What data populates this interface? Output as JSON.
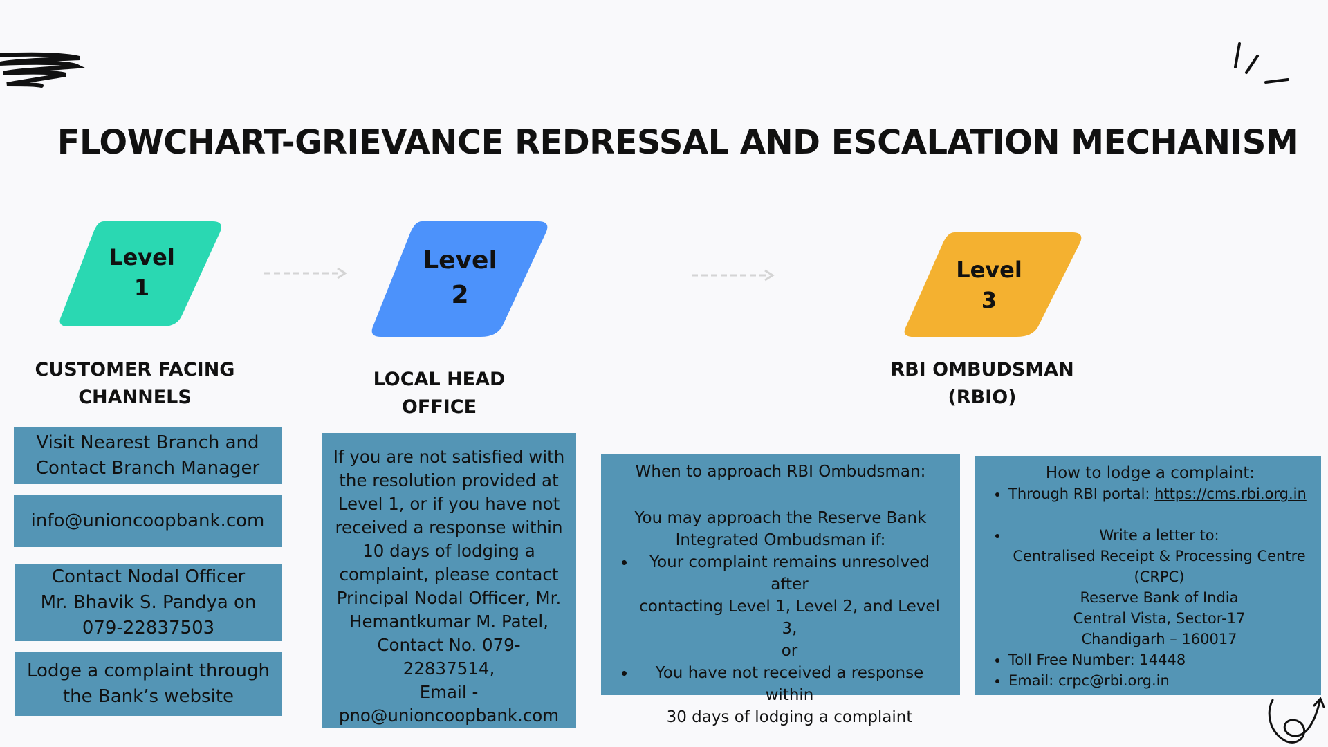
{
  "title": "FLOWCHART-GRIEVANCE REDRESSAL AND ESCALATION MECHANISM",
  "colors": {
    "level1": "#2ad8b2",
    "level2": "#4c92fb",
    "level3": "#f4b130",
    "box": "#5495b5",
    "arrow": "#d4d4d4"
  },
  "levels": [
    {
      "label_word": "Level",
      "label_num": "1",
      "heading_line1": "CUSTOMER FACING",
      "heading_line2": "CHANNELS",
      "boxes": [
        {
          "line1": "Visit Nearest Branch and",
          "line2": "Contact Branch Manager"
        },
        {
          "line1": "info@unioncoopbank.com"
        },
        {
          "line1": "Contact Nodal Officer",
          "line2": "Mr. Bhavik S. Pandya on",
          "line3": "079-22837503"
        },
        {
          "line1": "Lodge a complaint through",
          "line2": "the Bank’s website"
        }
      ]
    },
    {
      "label_word": "Level",
      "label_num": "2",
      "heading_line1": "LOCAL HEAD",
      "heading_line2": "OFFICE",
      "box_lines": [
        "If you are not satisfied with",
        "the resolution provided at",
        "Level 1, or if you have not",
        "received a response within",
        "10 days of lodging a",
        "complaint, please contact",
        "Principal Nodal Officer, Mr.",
        "Hemantkumar M. Patel,",
        "Contact No. 079-22837514,",
        "Email -",
        "pno@unioncoopbank.com"
      ]
    },
    {
      "label_word": "Level",
      "label_num": "3",
      "heading_line1": "RBI OMBUDSMAN",
      "heading_line2": "(RBIO)",
      "when_box": {
        "title": "When to approach RBI Ombudsman:",
        "intro_line1": "You may approach the Reserve Bank",
        "intro_line2": "Integrated Ombudsman if:",
        "bullet1_line1": "Your complaint remains unresolved after",
        "bullet1_line2": "contacting Level 1, Level 2, and Level 3,",
        "bullet1_line3": "or",
        "bullet2_line1": "You have not received a response within",
        "bullet2_line2": "30 days of lodging a complaint"
      },
      "how_box": {
        "title": "How to lodge a complaint:",
        "portal_prefix": "Through RBI portal: ",
        "portal_link": "https://cms.rbi.org.in",
        "letter_title": "Write a letter to:",
        "address": [
          "Centralised Receipt & Processing Centre",
          "(CRPC)",
          "Reserve Bank of India",
          "Central Vista, Sector-17",
          "Chandigarh – 160017"
        ],
        "toll_free": "Toll Free Number: 14448",
        "email": "Email: crpc@rbi.org.in"
      }
    }
  ]
}
